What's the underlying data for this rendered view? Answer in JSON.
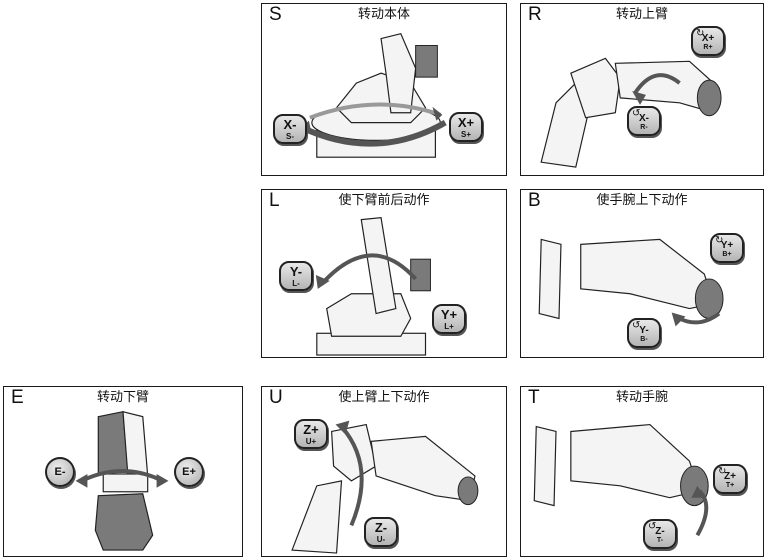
{
  "panels": {
    "S": {
      "letter": "S",
      "caption": "转动本体",
      "minus": {
        "main": "X-",
        "sub": "S-"
      },
      "plus": {
        "main": "X+",
        "sub": "S+"
      }
    },
    "R": {
      "letter": "R",
      "caption": "转动上臂",
      "plus": {
        "main": "X+",
        "sub": "R+"
      },
      "minus": {
        "main": "X-",
        "sub": "R-"
      }
    },
    "L": {
      "letter": "L",
      "caption": "使下臂前后动作",
      "minus": {
        "main": "Y-",
        "sub": "L-"
      },
      "plus": {
        "main": "Y+",
        "sub": "L+"
      }
    },
    "B": {
      "letter": "B",
      "caption": "使手腕上下动作",
      "plus": {
        "main": "Y+",
        "sub": "B+"
      },
      "minus": {
        "main": "Y-",
        "sub": "B-"
      }
    },
    "E": {
      "letter": "E",
      "caption": "转动下臂",
      "minus": "E-",
      "plus": "E+"
    },
    "U": {
      "letter": "U",
      "caption": "使上臂上下动作",
      "plus": {
        "main": "Z+",
        "sub": "U+"
      },
      "minus": {
        "main": "Z-",
        "sub": "U-"
      }
    },
    "T": {
      "letter": "T",
      "caption": "转动手腕",
      "plus": {
        "main": "Z+",
        "sub": "T+"
      },
      "minus": {
        "main": "Z-",
        "sub": "T-"
      }
    }
  },
  "icons": {
    "rotate_cw": "↻",
    "rotate_ccw": "↺"
  },
  "colors": {
    "border": "#1a1a1a",
    "robot_fill": "#f4f4f4",
    "shading": "#7a7a7a"
  }
}
